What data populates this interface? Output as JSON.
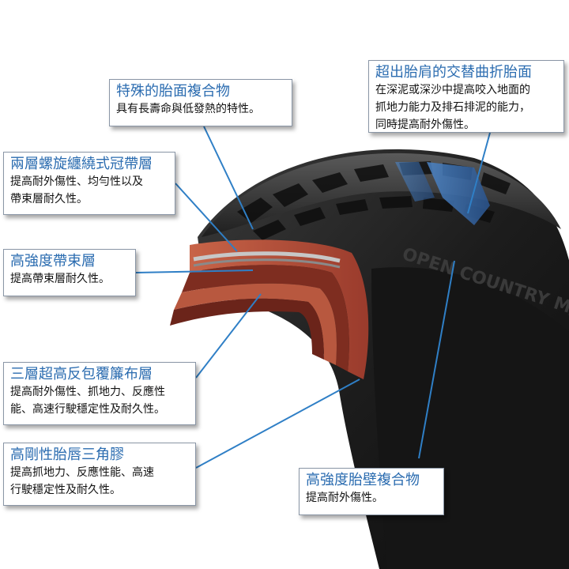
{
  "colors": {
    "accent_title": "#2b6cb0",
    "leader_line": "#2f7fc6",
    "callout_border": "#8a96a6",
    "tread_rubber": "#1a1a1a",
    "section_red": "#b5523f",
    "section_blue": "#3b6fb0"
  },
  "tire_sidewall_text": "OPEN COUNTRY M/T",
  "callouts": {
    "special_tread": {
      "title": "特殊的胎面複合物",
      "lines": [
        "具有長壽命與低發熱的特性。"
      ]
    },
    "shoulder_groove": {
      "title": "超出胎肩的交替曲折胎面",
      "lines": [
        "在深泥或深沙中提高咬入地面的",
        "抓地力能力及排石排泥的能力，",
        "同時提高耐外傷性。"
      ]
    },
    "spiral_cap": {
      "title": "兩層螺旋纏繞式冠帶層",
      "lines": [
        "提高耐外傷性、均勻性以及",
        "帶束層耐久性。"
      ]
    },
    "belt": {
      "title": "高強度帶束層",
      "lines": [
        "提高帶束層耐久性。"
      ]
    },
    "ply": {
      "title": "三層超高反包覆簾布層",
      "lines": [
        "提高耐外傷性、抓地力、反應性",
        "能、高速行駛穩定性及耐久性。"
      ]
    },
    "bead_filler": {
      "title": "高剛性胎唇三角膠",
      "lines": [
        "提高抓地力、反應性能、高速",
        "行駛穩定性及耐久性。"
      ]
    },
    "sidewall": {
      "title": "高強度胎壁複合物",
      "lines": [
        "提高耐外傷性。"
      ]
    }
  }
}
